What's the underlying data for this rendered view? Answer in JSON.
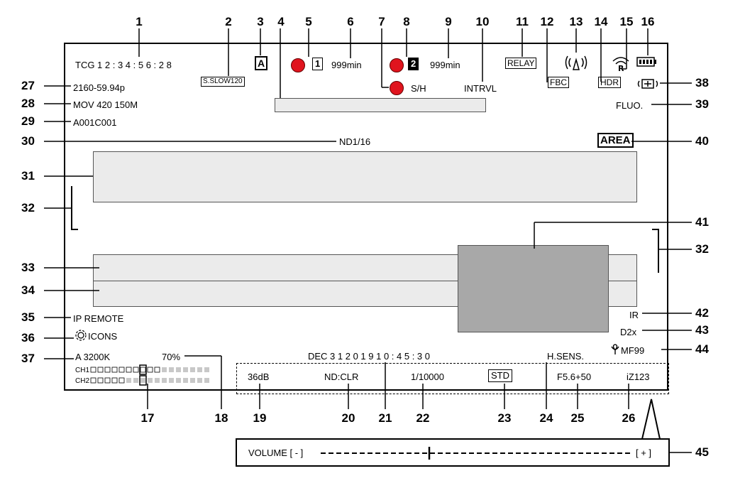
{
  "numbers": [
    "1",
    "2",
    "3",
    "4",
    "5",
    "6",
    "7",
    "8",
    "9",
    "10",
    "11",
    "12",
    "13",
    "14",
    "15",
    "16",
    "17",
    "18",
    "19",
    "20",
    "21",
    "22",
    "23",
    "24",
    "25",
    "26",
    "27",
    "28",
    "29",
    "30",
    "31",
    "32",
    "33",
    "34",
    "35",
    "36",
    "37",
    "38",
    "39",
    "40",
    "41",
    "42",
    "43",
    "44",
    "45"
  ],
  "screen": {
    "tcg": "TCG 1 2 : 3 4 : 5 6 : 2 8",
    "s_slow": "S.SLOW120",
    "auto_mode": "A",
    "slot1_num": "1",
    "slot1_time": "999min",
    "slot2_num": "2",
    "slot2_time": "999min",
    "sh": "S/H",
    "intrvl": "INTRVL",
    "relay": "RELAY",
    "fbc": "FBC",
    "hdr": "HDR",
    "format_freq": "2160-59.94p",
    "rec_format": "MOV 420 150M",
    "clip_name": "A001C001",
    "nd_value": "ND1/16",
    "fluo": "FLUO.",
    "area": "AREA",
    "ir": "IR",
    "d2x": "D2x",
    "mf": "MF99",
    "ip_remote": "IP REMOTE",
    "icons": "ICONS",
    "wb": "A 3200K",
    "zebra": "70%",
    "date_time": "DEC  3 1  2 0 1 9  1 0 : 4 5 : 3 0",
    "h_sens": "H.SENS.",
    "ch1": "CH1",
    "ch2": "CH2",
    "gain": "36dB",
    "nd_clr": "ND:CLR",
    "shutter": "1/10000",
    "std": "STD",
    "iris": "F5.6+50",
    "zoom": "iZ123",
    "volume_label": "VOLUME [ - ]",
    "volume_plus": "[ + ]"
  },
  "chart_data": {
    "type": "diagram",
    "callouts": [
      {
        "num": "1",
        "item": "TCG 1 2 : 3 4 : 5 6 : 2 8"
      },
      {
        "num": "2",
        "item": "S.SLOW120"
      },
      {
        "num": "3",
        "item": "A"
      },
      {
        "num": "6",
        "item": "999min"
      },
      {
        "num": "7",
        "item": "S/H"
      },
      {
        "num": "9",
        "item": "999min"
      },
      {
        "num": "10",
        "item": "INTRVL"
      },
      {
        "num": "11",
        "item": "RELAY"
      },
      {
        "num": "12",
        "item": "FBC"
      },
      {
        "num": "14",
        "item": "HDR"
      },
      {
        "num": "18",
        "item": "70%"
      },
      {
        "num": "19",
        "item": "36dB"
      },
      {
        "num": "20",
        "item": "ND:CLR"
      },
      {
        "num": "22",
        "item": "1/10000"
      },
      {
        "num": "23",
        "item": "STD"
      },
      {
        "num": "24",
        "item": "H.SENS."
      },
      {
        "num": "25",
        "item": "F5.6+50"
      },
      {
        "num": "26",
        "item": "iZ123"
      },
      {
        "num": "27",
        "item": "2160-59.94p"
      },
      {
        "num": "28",
        "item": "MOV 420 150M"
      },
      {
        "num": "29",
        "item": "A001C001"
      },
      {
        "num": "30",
        "item": "ND1/16"
      },
      {
        "num": "35",
        "item": "IP REMOTE"
      },
      {
        "num": "36",
        "item": "ICONS"
      },
      {
        "num": "37",
        "item": "A 3200K"
      },
      {
        "num": "39",
        "item": "FLUO."
      },
      {
        "num": "40",
        "item": "AREA"
      },
      {
        "num": "42",
        "item": "IR"
      },
      {
        "num": "43",
        "item": "D2x"
      },
      {
        "num": "44",
        "item": "MF99"
      },
      {
        "num": "45",
        "item": "VOLUME [ - ]"
      }
    ]
  }
}
